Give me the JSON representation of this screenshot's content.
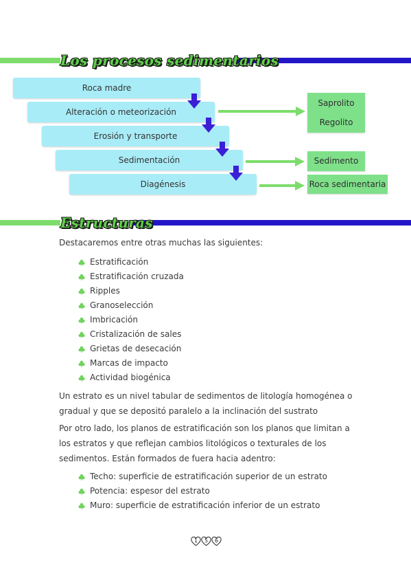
{
  "section1": {
    "title": "Los procesos sedimentarios",
    "steps": [
      "Roca madre",
      "Alteración o meteorización",
      "Erosión y transporte",
      "Sedimentación",
      "Diagénesis"
    ],
    "products": {
      "alteration": [
        "Saprolito",
        "Regolito"
      ],
      "sedimentation": "Sedimento",
      "diagenesis": "Roca sedimentaria"
    }
  },
  "section2": {
    "title": "Estructuras",
    "intro": "Destacaremos entre otras muchas las siguientes:",
    "items": [
      "Estratificación",
      "Estratificación cruzada",
      "Ripples",
      "Granoselección",
      "Imbricación",
      "Cristalización de sales",
      "Grietas de desecación",
      "Marcas de impacto",
      "Actividad biogénica"
    ],
    "para1": "Un estrato es un nivel tabular de sedimentos de litología homogénea o gradual y que se depositó paralelo a la inclinación del sustrato",
    "para2": "Por otro lado, los planos de estratificación son los planos que limitan a los estratos y que reflejan cambios litológicos o texturales de los sedimentos. Están formados de fuera hacia adentro:",
    "layers": [
      "Techo: superficie de estratificación superior de un estrato",
      "Potencia: espesor del estrato",
      "Muro: superficie de estratificación inferior de un estrato"
    ]
  },
  "page_number": [
    "1",
    "5",
    "6"
  ],
  "colors": {
    "accent_green": "#7ddc6c",
    "accent_blue": "#2316c9",
    "process_box": "#a8ecf7",
    "product_box": "#7fe08a",
    "arrow_down": "#3b1fd6"
  }
}
